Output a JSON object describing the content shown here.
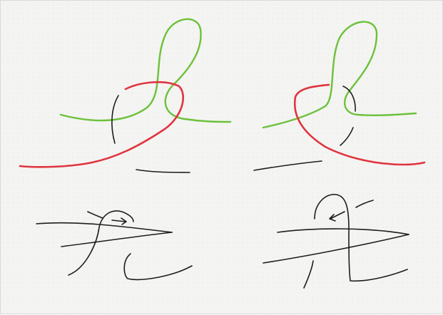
{
  "colors": {
    "paper": "#f4f4f2",
    "green": "#6cc13a",
    "red": "#e0343f",
    "black": "#1d1d1d"
  },
  "panels": [
    {
      "id": "top-left",
      "strokes": [
        "green",
        "red",
        "black"
      ]
    },
    {
      "id": "top-right",
      "strokes": [
        "green",
        "red",
        "black"
      ]
    },
    {
      "id": "bottom-left",
      "strokes": [
        "black"
      ]
    },
    {
      "id": "bottom-right",
      "strokes": [
        "black"
      ]
    }
  ]
}
